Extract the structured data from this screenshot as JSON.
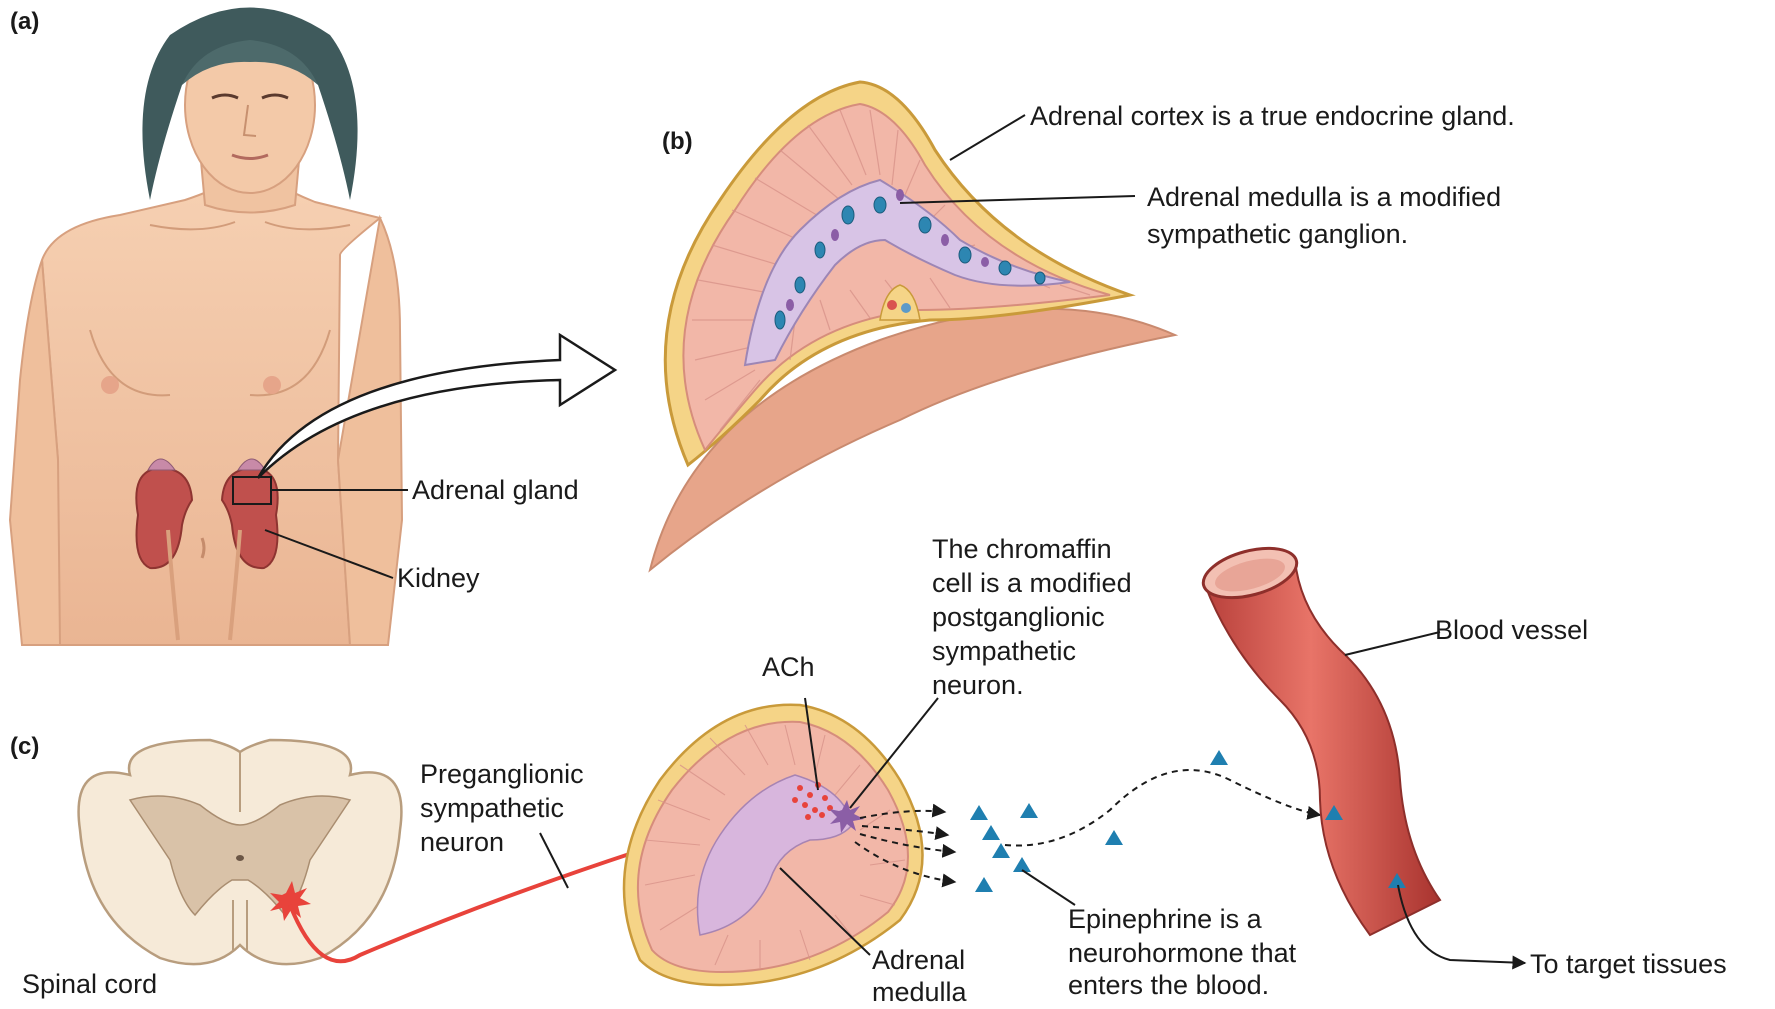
{
  "panels": {
    "a": "(a)",
    "b": "(b)",
    "c": "(c)"
  },
  "labels": {
    "adrenal_gland": "Adrenal gland",
    "kidney": "Kidney",
    "cortex": "Adrenal cortex is a true endocrine gland.",
    "medulla_ganglion_1": "Adrenal medulla is a modified",
    "medulla_ganglion_2": "sympathetic ganglion.",
    "chromaffin_1": "The chromaffin",
    "chromaffin_2": "cell is a modified",
    "chromaffin_3": "postganglionic",
    "chromaffin_4": "sympathetic",
    "chromaffin_5": "neuron.",
    "blood_vessel": "Blood vessel",
    "ach": "ACh",
    "preganglionic_1": "Preganglionic",
    "preganglionic_2": "sympathetic",
    "preganglionic_3": "neuron",
    "spinal_cord": "Spinal cord",
    "adrenal_medulla_1": "Adrenal",
    "adrenal_medulla_2": "medulla",
    "epinephrine_1": "Epinephrine is a",
    "epinephrine_2": "neurohormone that",
    "epinephrine_3": "enters the blood.",
    "target": "To target tissues"
  },
  "colors": {
    "skin": "#f3c6a4",
    "hair": "#3f5a5c",
    "kidney": "#c0504d",
    "cortex": "#f2b7a8",
    "capsule": "#f5d487",
    "medulla": "#d8b6dd",
    "vessel": "#d95a50",
    "neuron": "#e8433b",
    "epinephrine": "#1f7fb0",
    "spinal_white": "#f6ead8",
    "spinal_gray": "#d9c2a8"
  }
}
